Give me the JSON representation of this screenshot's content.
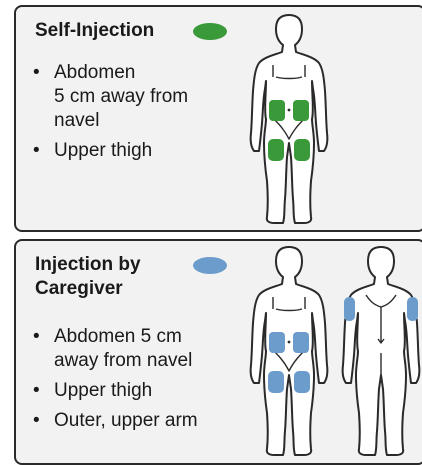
{
  "self_injection": {
    "title": "Self-Injection",
    "color": "#3a9a3a",
    "sites": [
      "Abdomen\n5 cm away from\nnavel",
      "Upper thigh"
    ]
  },
  "caregiver_injection": {
    "title": "Injection by\nCaregiver",
    "color": "#6b9ccc",
    "sites": [
      "Abdomen 5 cm\naway from navel",
      "Upper thigh",
      "Outer, upper arm"
    ]
  }
}
